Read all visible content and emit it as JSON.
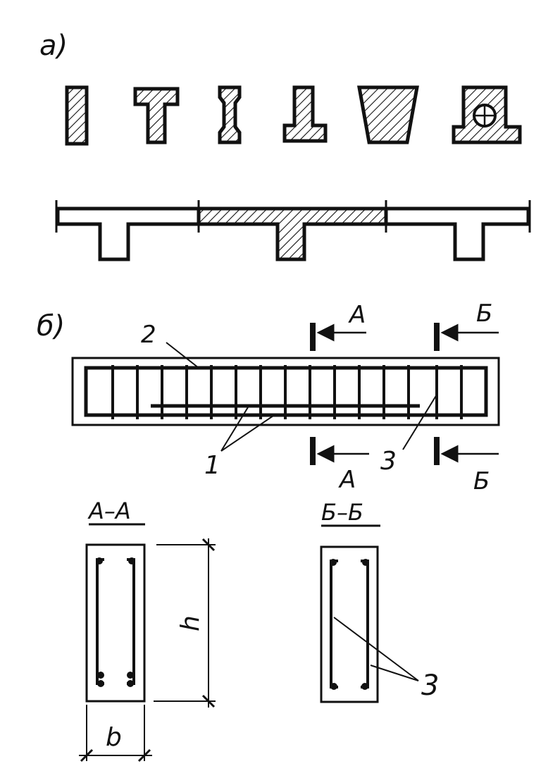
{
  "labels": {
    "part_a": "a)",
    "part_b": "б)",
    "callout_1": "1",
    "callout_2": "2",
    "callout_3": "3",
    "callout_3_section": "3",
    "section_mark_a_top": "A",
    "section_mark_a_bottom": "A",
    "section_mark_b_top": "Б",
    "section_mark_b_bottom": "Б",
    "section_title_aa": "A–A",
    "section_title_bb": "Б–Б",
    "dimension_h": "h",
    "dimension_b": "b"
  },
  "colors": {
    "ink": "#111111",
    "paper": "#ffffff"
  }
}
